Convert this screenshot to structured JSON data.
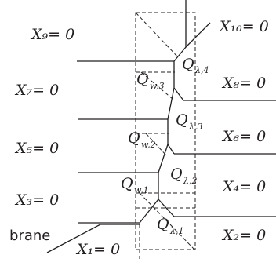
{
  "labels": {
    "x9": "X₉= 0",
    "x10": "X₁₀= 0",
    "x7": "X₇= 0",
    "x8": "X₈= 0",
    "x5": "X₅= 0",
    "x6": "X₆= 0",
    "x3": "X₃= 0",
    "x4": "X₄= 0",
    "x1": "X₁= 0",
    "x2": "X₂= 0",
    "brane": "brane"
  },
  "q_labels": {
    "ql4_main": "Q",
    "ql4_sub": "λ,4",
    "qw3_main": "Q",
    "qw3_sub": "w,3",
    "ql3_main": "Q",
    "ql3_sub": "λ,3",
    "qw2_main": "Q",
    "qw2_sub": "w,2",
    "ql2_main": "Q",
    "ql2_sub": "λ,2",
    "qw1_main": "Q",
    "qw1_sub": "w,1",
    "ql1_main": "Q",
    "ql1_sub": "λ,1"
  }
}
